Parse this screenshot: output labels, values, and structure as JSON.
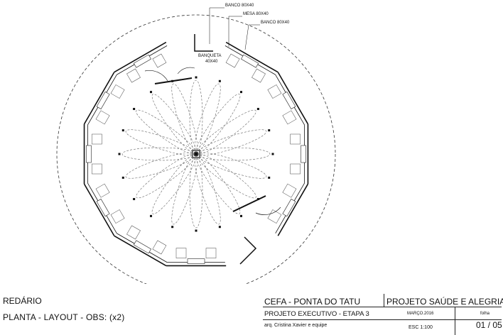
{
  "annotations": {
    "banco_top": "BANCO 80X40",
    "mesa": "MESA 80X40",
    "banco_right": "BANCO 80X40",
    "banqueta_1": "BANQUETA",
    "banqueta_2": "40X40"
  },
  "drawing": {
    "title_1": "REDÁRIO",
    "title_2": "PLANTA - LAYOUT  -  OBS: (x2)"
  },
  "title_block": {
    "project": "CEFA  -  PONTA DO TATU",
    "project_name": "PROJETO SAÚDE E ALEGRIA",
    "stage": "PROJETO EXECUTIVO - ETAPA 3",
    "date": "MARÇO.2016",
    "folha_label": "folha",
    "team": "arq. Cristina Xavier e equipe",
    "scale": "ESC 1:100",
    "sheet": "01 / 05"
  }
}
